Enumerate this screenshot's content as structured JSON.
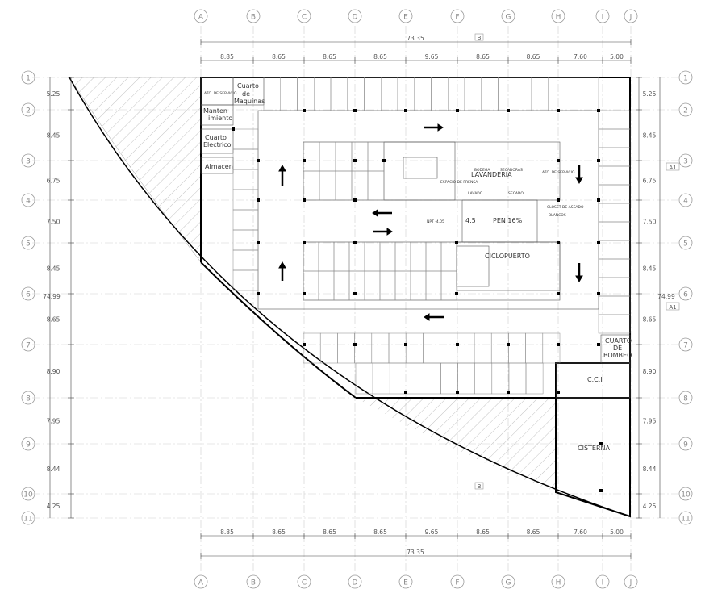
{
  "grid_letters": [
    "A",
    "B",
    "C",
    "D",
    "E",
    "F",
    "G",
    "H",
    "I",
    "J"
  ],
  "grid_numbers": [
    "1",
    "2",
    "3",
    "4",
    "5",
    "6",
    "7",
    "8",
    "9",
    "10",
    "11"
  ],
  "dims_horizontal": [
    "8.85",
    "8.65",
    "8.65",
    "8.65",
    "9.65",
    "8.65",
    "8.65",
    "7.60",
    "5.00"
  ],
  "dim_total_horizontal": "73.35",
  "dims_vertical": [
    "5.25",
    "8.45",
    "6.75",
    "7.50",
    "8.45",
    "8.65",
    "8.90",
    "7.95",
    "8.44",
    "4.25"
  ],
  "dim_total_vertical": "74.99",
  "section_markers": {
    "b": "B",
    "a1": "A1"
  },
  "rooms": {
    "cuarto_maquinas": [
      "Cuarto",
      "de",
      "Maquinas"
    ],
    "mantenimiento": [
      "Manten",
      "imiento"
    ],
    "cuarto_electrico": [
      "Cuarto",
      "Electrico"
    ],
    "almacen": "Almacen",
    "lavanderia": "LAVANDERIA",
    "ciclopuerto": "CICLOPUERTO",
    "rampa": "PEN 16%",
    "cuarto_bombeo": [
      "CUARTO",
      "DE",
      "BOMBEO"
    ],
    "cci": "C.C.I",
    "cisterna": "CISTERNA",
    "elevation_note": "NPT -4.05",
    "ramp_level": "4.5",
    "small_labels": [
      "ATO. DE SERVICIO",
      "BODEGA",
      "SECADORAS",
      "ATO. DE SERVICIO",
      "CLOSET DE ASEADO",
      "BLANCOS",
      "ESPACIO DE PRENSA",
      "LAVADO",
      "SECADO"
    ]
  }
}
